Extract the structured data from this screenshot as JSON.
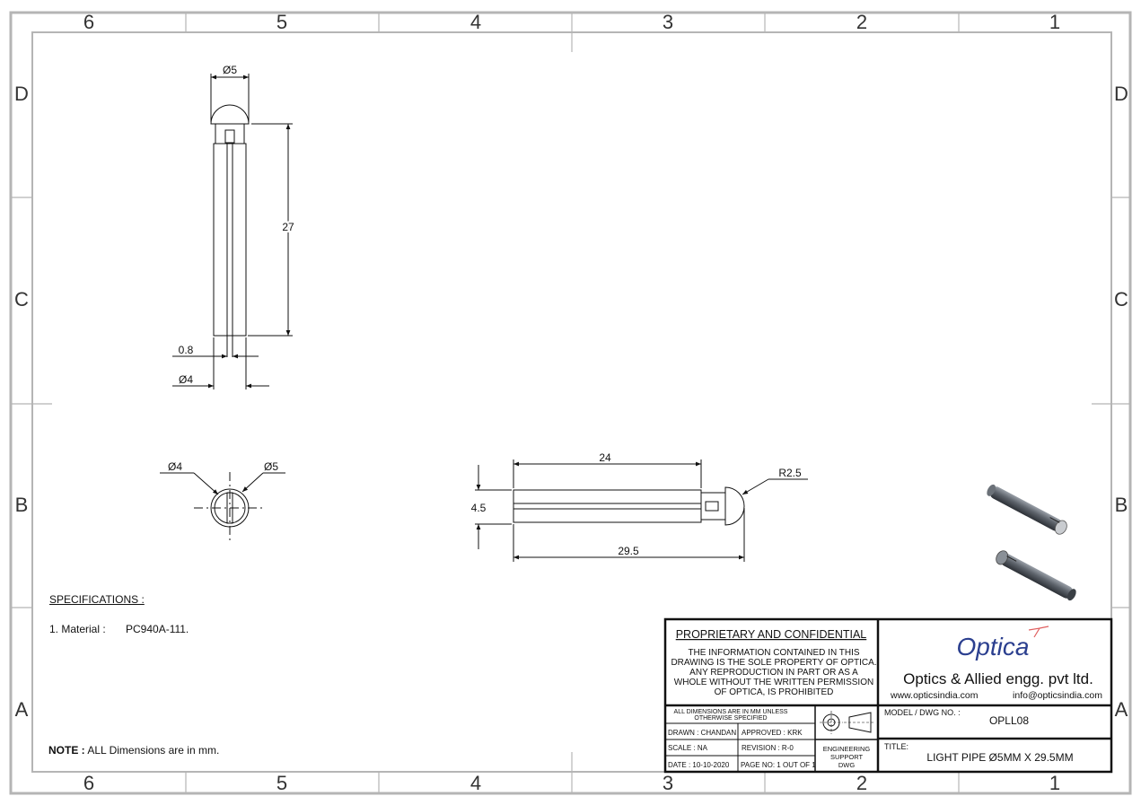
{
  "zones": {
    "columns": [
      "6",
      "5",
      "4",
      "3",
      "2",
      "1"
    ],
    "rows": [
      "D",
      "C",
      "B",
      "A"
    ]
  },
  "views": {
    "front": {
      "dia_top": "Ø5",
      "length": "27",
      "slot": "0.8",
      "dia_bottom": "Ø4"
    },
    "end": {
      "dia_inner": "Ø4",
      "dia_outer": "Ø5"
    },
    "side": {
      "body_length": "24",
      "radius": "R2.5",
      "height": "4.5",
      "total_length": "29.5"
    }
  },
  "specifications": {
    "heading": "SPECIFICATIONS :",
    "item_label": "1. Material :",
    "item_value": "PC940A-111."
  },
  "note": {
    "label": "NOTE :",
    "text": "ALL Dimensions are in mm."
  },
  "title_block": {
    "proprietary_heading": "PROPRIETARY AND CONFIDENTIAL",
    "proprietary_lines": [
      "THE INFORMATION CONTAINED IN THIS",
      "DRAWING IS THE SOLE PROPERTY OF OPTICA.",
      "ANY REPRODUCTION  IN PART OR AS A",
      "WHOLE WITHOUT THE WRITTEN PERMISSION",
      "OF OPTICA, IS PROHIBITED"
    ],
    "logo_text": "Optica",
    "company": "Optics & Allied engg. pvt ltd.",
    "website": "www.opticsindia.com",
    "email": "info@opticsindia.com",
    "units_line1": "ALL DIMENSIONS ARE IN MM UNLESS",
    "units_line2": "OTHERWISE SPECIFIED",
    "drawn": "DRAWN : CHANDAN",
    "approved": "APPROVED : KRK",
    "scale": "SCALE : NA",
    "revision": "REVISION : R-0",
    "date": "DATE : 10-10-2020",
    "page": "PAGE NO: 1 OUT OF 1",
    "support_line1": "ENGINEERING",
    "support_line2": "SUPPORT",
    "support_line3": "DWG",
    "model_label": "MODEL / DWG NO. :",
    "model_value": "OPLL08",
    "title_label": "TITLE:",
    "title_value": "LIGHT PIPE Ø5MM X 29.5MM"
  },
  "colors": {
    "border": "#b0b0b0",
    "line": "#111111",
    "logo": "#2b3f8f",
    "logo_accent": "#e06060"
  }
}
